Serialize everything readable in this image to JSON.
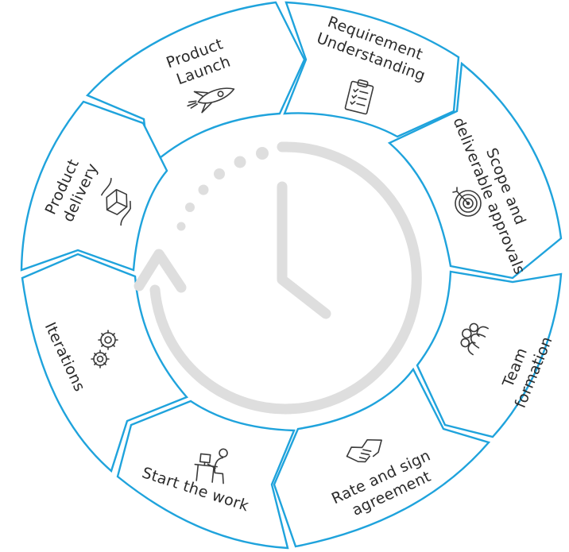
{
  "diagram": {
    "accent_color": "#1fa3dc",
    "clock_color": "#dedede",
    "steps": [
      {
        "id": "requirement",
        "lines": [
          "Requirement",
          "Understanding"
        ],
        "icon": "clipboard-checklist-icon"
      },
      {
        "id": "scope",
        "lines": [
          "Scope and",
          "deliverable approvals"
        ],
        "icon": "target-arrow-icon"
      },
      {
        "id": "team",
        "lines": [
          "Team",
          "formation"
        ],
        "icon": "team-people-icon"
      },
      {
        "id": "rate",
        "lines": [
          "Rate and sign",
          "agreement"
        ],
        "icon": "handshake-icon"
      },
      {
        "id": "start",
        "lines": [
          "Start the work"
        ],
        "icon": "person-at-desk-icon"
      },
      {
        "id": "iterations",
        "lines": [
          "Iterations"
        ],
        "icon": "gears-icon"
      },
      {
        "id": "delivery",
        "lines": [
          "Product",
          "delivery"
        ],
        "icon": "hands-box-icon"
      },
      {
        "id": "launch",
        "lines": [
          "Product",
          "Launch"
        ],
        "icon": "rocket-icon"
      }
    ]
  }
}
